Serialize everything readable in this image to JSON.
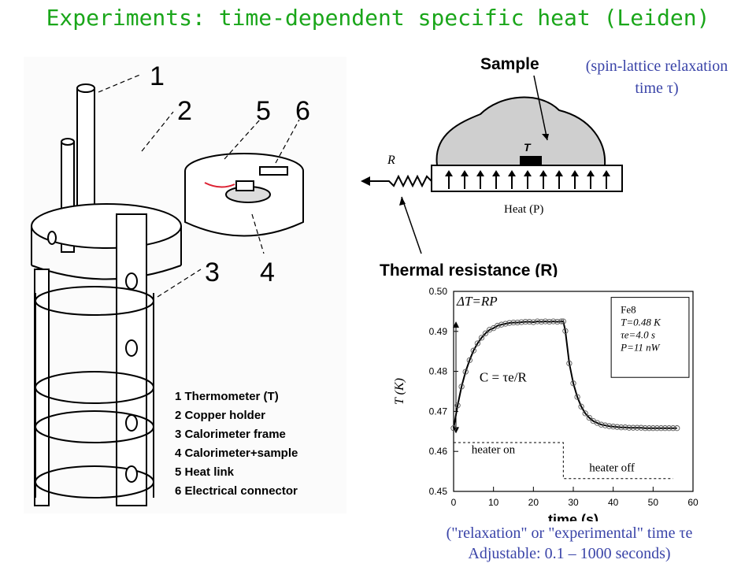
{
  "title": "Experiments: time-dependent specific heat (Leiden)",
  "apparatus": {
    "callouts": [
      "1",
      "2",
      "5",
      "6",
      "3",
      "4"
    ],
    "legend": [
      "1 Thermometer (T)",
      "2 Copper holder",
      "3 Calorimeter frame",
      "4 Calorimeter+sample",
      "5 Heat link",
      "6 Electrical connector"
    ]
  },
  "sample_diagram": {
    "sample_label": "Sample",
    "t_label": "T",
    "r_label": "R",
    "heat_label": "Heat (P)",
    "resistance_label": "Thermal resistance (R)"
  },
  "notes": {
    "top_line1": "(spin-lattice relaxation",
    "top_line2": "time τ)",
    "bottom_line1": "(\"relaxation\" or \"experimental\" time τe",
    "bottom_line2": "Adjustable: 0.1 – 1000 seconds)"
  },
  "chart_data": {
    "type": "scatter",
    "xlabel": "time (s)",
    "ylabel": "T (K)",
    "xlim": [
      0,
      60
    ],
    "ylim": [
      0.45,
      0.5
    ],
    "xticks": [
      0,
      10,
      20,
      30,
      40,
      50,
      60
    ],
    "yticks": [
      0.45,
      0.46,
      0.47,
      0.48,
      0.49,
      0.5
    ],
    "annotations": {
      "delta_t": "ΔT=RP",
      "capacity": "C = τe/R",
      "heater_on": "heater on",
      "heater_off": "heater off"
    },
    "legend_box": [
      "Fe8",
      "T=0.48 K",
      "τe=4.0 s",
      "P=11 nW"
    ],
    "heater_switch_time": 27.5,
    "series": [
      {
        "type": "data",
        "x": [
          0,
          1,
          2,
          3,
          4,
          5,
          6,
          7,
          8,
          9,
          10,
          11,
          12,
          13,
          14,
          15,
          16,
          17,
          18,
          19,
          20,
          21,
          22,
          23,
          24,
          25,
          26,
          27,
          27.5,
          28,
          29,
          30,
          31,
          32,
          33,
          34,
          35,
          36,
          37,
          38,
          39,
          40,
          41,
          42,
          43,
          44,
          45,
          46,
          47,
          48,
          49,
          50,
          51,
          52,
          53,
          54,
          55,
          56
        ],
        "values": [
          0.4658,
          0.4715,
          0.4762,
          0.4799,
          0.4828,
          0.4852,
          0.487,
          0.4884,
          0.4895,
          0.4904,
          0.4908,
          0.4914,
          0.4917,
          0.4919,
          0.4921,
          0.4922,
          0.4922,
          0.4923,
          0.4924,
          0.4924,
          0.4923,
          0.4925,
          0.4924,
          0.4925,
          0.4924,
          0.4925,
          0.4924,
          0.4925,
          0.4925,
          0.4901,
          0.482,
          0.477,
          0.4736,
          0.4712,
          0.4695,
          0.4684,
          0.4676,
          0.4671,
          0.4667,
          0.4665,
          0.4663,
          0.4662,
          0.4661,
          0.466,
          0.466,
          0.4659,
          0.4659,
          0.4659,
          0.4659,
          0.4658,
          0.4658,
          0.4658,
          0.4658,
          0.4658,
          0.4658,
          0.4658,
          0.4658,
          0.4658
        ]
      }
    ]
  }
}
